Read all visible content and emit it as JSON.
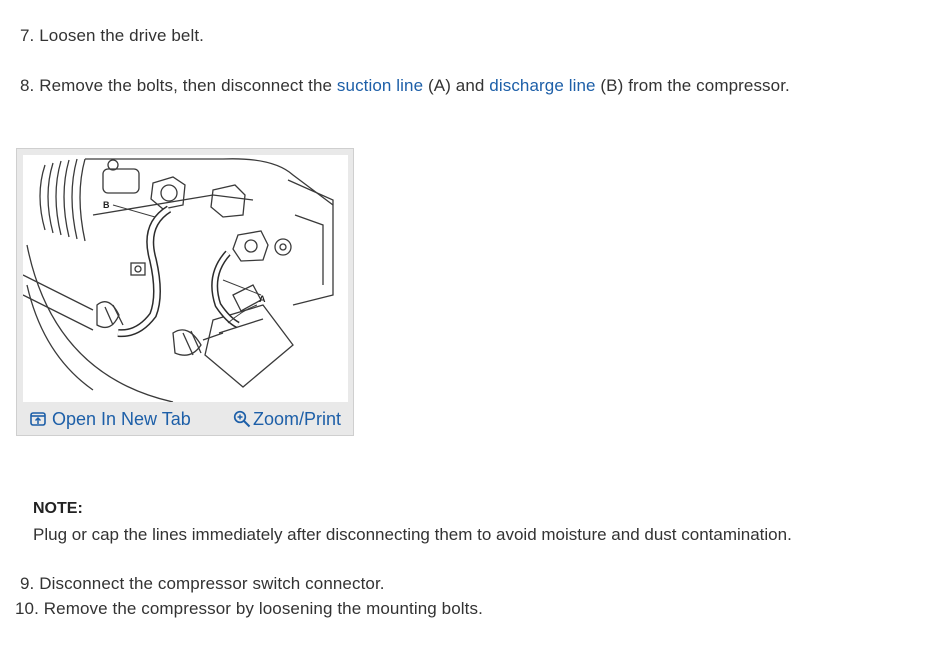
{
  "steps": {
    "s7": {
      "number": "7.",
      "text": "Loosen the drive belt."
    },
    "s8": {
      "number": "8.",
      "text_before": "Remove the bolts, then disconnect the",
      "link1": "suction line",
      "text_mid1": "(A) and",
      "link2": "discharge line",
      "text_after": "(B) from the compressor."
    },
    "s9": {
      "number": "9.",
      "text": "Disconnect the compressor switch connector."
    },
    "s10": {
      "number": "10.",
      "text": "Remove the compressor by loosening the mounting bolts."
    }
  },
  "figure": {
    "callout_a": "A",
    "callout_b": "B",
    "open_tab_label": "Open In New Tab",
    "zoom_label": "Zoom/Print",
    "open_tab_icon": "open-in-new-tab-icon",
    "zoom_icon": "magnifier-plus-icon"
  },
  "note": {
    "title": "NOTE:",
    "text": "Plug or cap the lines immediately after disconnecting them to avoid moisture and dust contamination."
  },
  "colors": {
    "link": "#1d5fa8",
    "text": "#333333",
    "figure_frame": "#e9e9e9"
  }
}
